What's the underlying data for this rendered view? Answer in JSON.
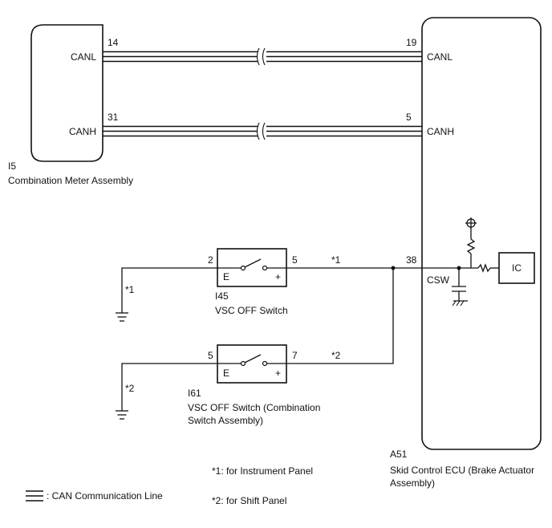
{
  "combination_meter": {
    "code": "I5",
    "name": "Combination Meter Assembly",
    "canl_label": "CANL",
    "canh_label": "CANH",
    "canl_pin": "14",
    "canh_pin": "31"
  },
  "skid_ecu": {
    "code": "A51",
    "name_line1": "Skid Control ECU (Brake Actuator",
    "name_line2": "Assembly)",
    "canl_label": "CANL",
    "canh_label": "CANH",
    "canl_pin": "19",
    "canh_pin": "5",
    "csw_pin": "38",
    "csw_label": "CSW",
    "ic_label": "IC"
  },
  "switch_i45": {
    "code": "I45",
    "name": "VSC OFF Switch",
    "pin_left": "2",
    "pin_right": "5",
    "terminal_left": "E",
    "terminal_right": "+",
    "ground_note": "*1",
    "wire_note": "*1"
  },
  "switch_i61": {
    "code": "I61",
    "name_line1": "VSC OFF Switch (Combination",
    "name_line2": "Switch Assembly)",
    "pin_left": "5",
    "pin_right": "7",
    "terminal_left": "E",
    "terminal_right": "+",
    "ground_note": "*2",
    "wire_note": "*2"
  },
  "notes": {
    "note1": "*1: for Instrument Panel",
    "note2": "*2: for Shift Panel"
  },
  "legend": {
    "can_line": ": CAN Communication Line"
  }
}
